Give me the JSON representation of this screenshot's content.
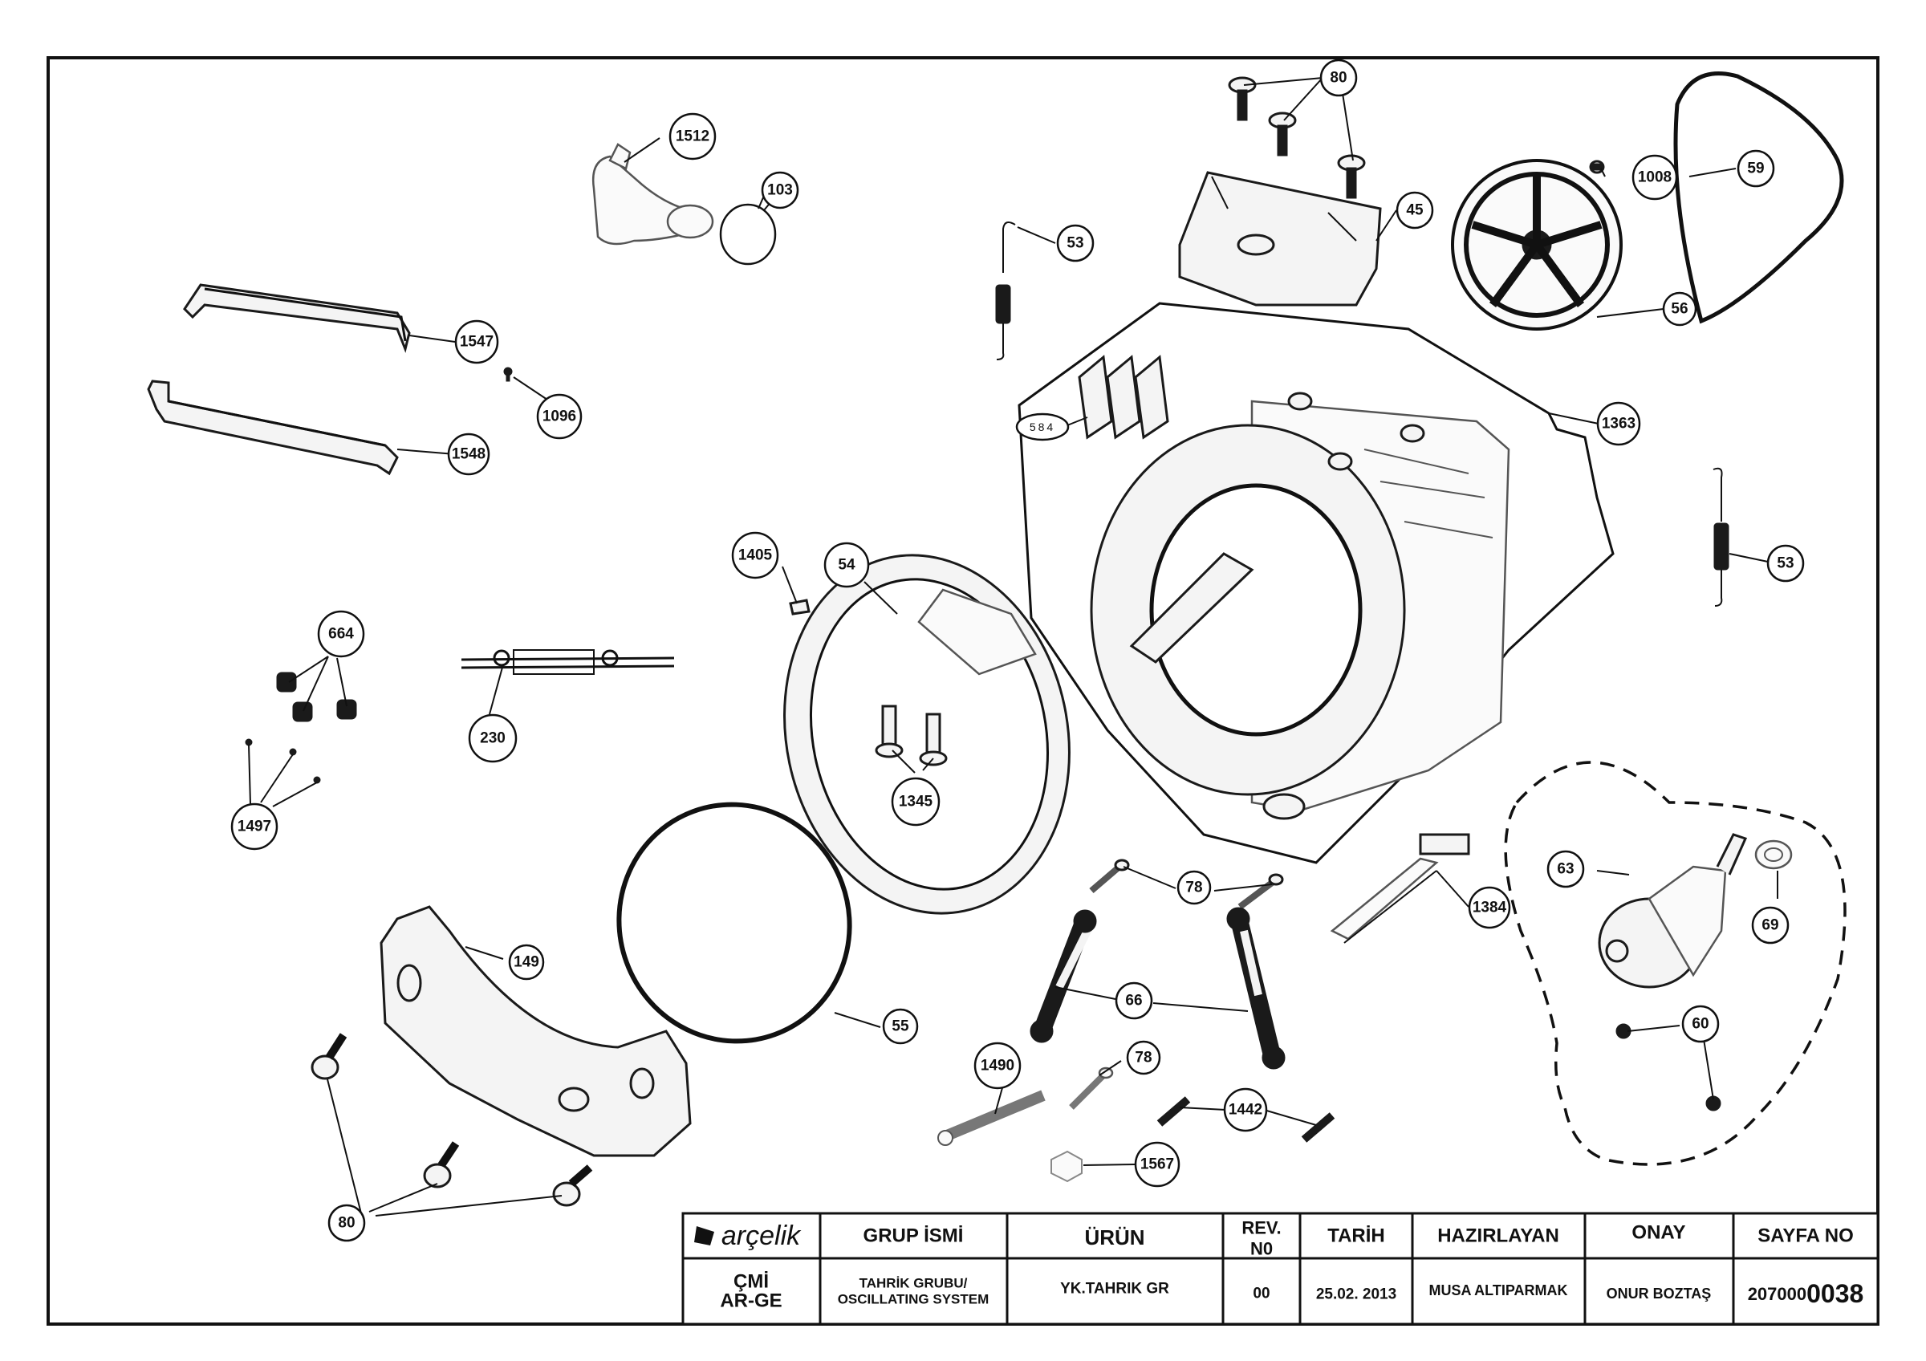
{
  "callouts": {
    "c80a": "80",
    "c1512": "1512",
    "c103": "103",
    "c53a": "53",
    "c45": "45",
    "c1008": "1008",
    "c59": "59",
    "c56": "56",
    "c1547": "1547",
    "c1096": "1096",
    "c1548": "1548",
    "c584": "584",
    "c1363": "1363",
    "c1405": "1405",
    "c54": "54",
    "c53b": "53",
    "c664": "664",
    "c230": "230",
    "c1497": "1497",
    "c1345": "1345",
    "c63": "63",
    "c69": "69",
    "c78a": "78",
    "c1384": "1384",
    "c149": "149",
    "c66": "66",
    "c55": "55",
    "c60": "60",
    "c1490": "1490",
    "c78b": "78",
    "c1442": "1442",
    "c1567": "1567",
    "c80b": "80"
  },
  "title_block": {
    "logo": "arçelik",
    "col_group_name": "GRUP İSMİ",
    "col_product": "ÜRÜN",
    "col_rev_1": "REV.",
    "col_rev_2": "N0",
    "col_date": "TARİH",
    "col_prepared": "HAZIRLAYAN",
    "col_approval": "ONAY",
    "col_page_no": "SAYFA NO",
    "dept_1": "ÇMİ",
    "dept_2": "AR-GE",
    "group_name_1": "TAHRİK GRUBU/",
    "group_name_2": "OSCILLATING SYSTEM",
    "product": "YK.TAHRIK GR",
    "rev": "00",
    "date": "25.02. 2013",
    "prepared_by": "MUSA ALTIPARMAK",
    "approved_by": "ONUR BOZTAŞ",
    "page_no_prefix": "207000",
    "page_no_suffix": "0038"
  }
}
